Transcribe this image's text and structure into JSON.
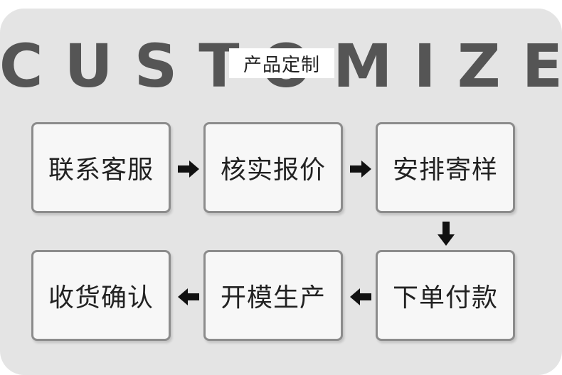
{
  "header": {
    "title": "CUSTOMIZE",
    "subtitle": "产品定制"
  },
  "steps": [
    {
      "label": "联系客服"
    },
    {
      "label": "核实报价"
    },
    {
      "label": "安排寄样"
    },
    {
      "label": "下单付款"
    },
    {
      "label": "开模生产"
    },
    {
      "label": "收货确认"
    }
  ],
  "icons": {
    "right_arrow": "arrow-right-icon",
    "down_arrow": "arrow-down-icon",
    "left_arrow": "arrow-left-icon"
  },
  "colors": {
    "panel_background": "#e4e4e4",
    "title_text": "#555555",
    "box_border": "#8c8c8c",
    "box_fill": "#f7f7f7",
    "arrow": "#111111"
  }
}
